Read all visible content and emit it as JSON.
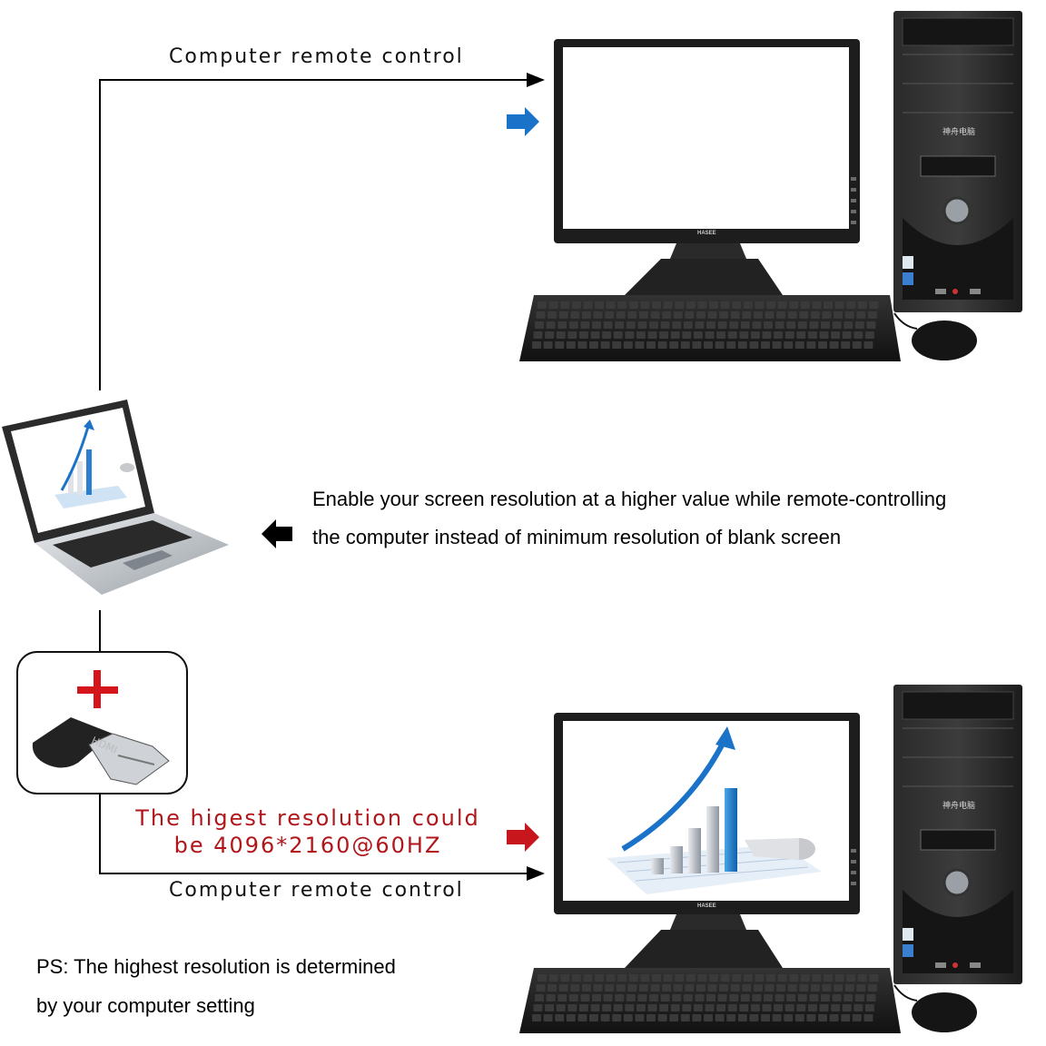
{
  "top_flow": {
    "label": "Computer remote control"
  },
  "bottom_flow": {
    "label": "Computer remote control",
    "note_line1": "The higest resolution could",
    "note_line2": "be 4096*2160@60HZ"
  },
  "description": {
    "line1": "Enable your screen resolution at a higher value while remote-controlling",
    "line2": "the computer instead of minimum resolution of blank screen"
  },
  "ps": {
    "line1": "PS: The highest resolution is determined",
    "line2": "by your computer setting"
  },
  "monitor": {
    "brand": "HASEE"
  },
  "tower": {
    "brand": "神舟电脑"
  },
  "adapter": {
    "label": "HDMI"
  },
  "colors": {
    "blue_arrow": "#1a73c8",
    "red_arrow": "#c8161d",
    "red_plus": "#d4151b",
    "connector": "#000000"
  },
  "icons": [
    "laptop-icon",
    "desktop-computer-icon",
    "hdmi-adapter-icon",
    "plus-icon",
    "arrow-right-icon",
    "arrow-left-icon"
  ]
}
